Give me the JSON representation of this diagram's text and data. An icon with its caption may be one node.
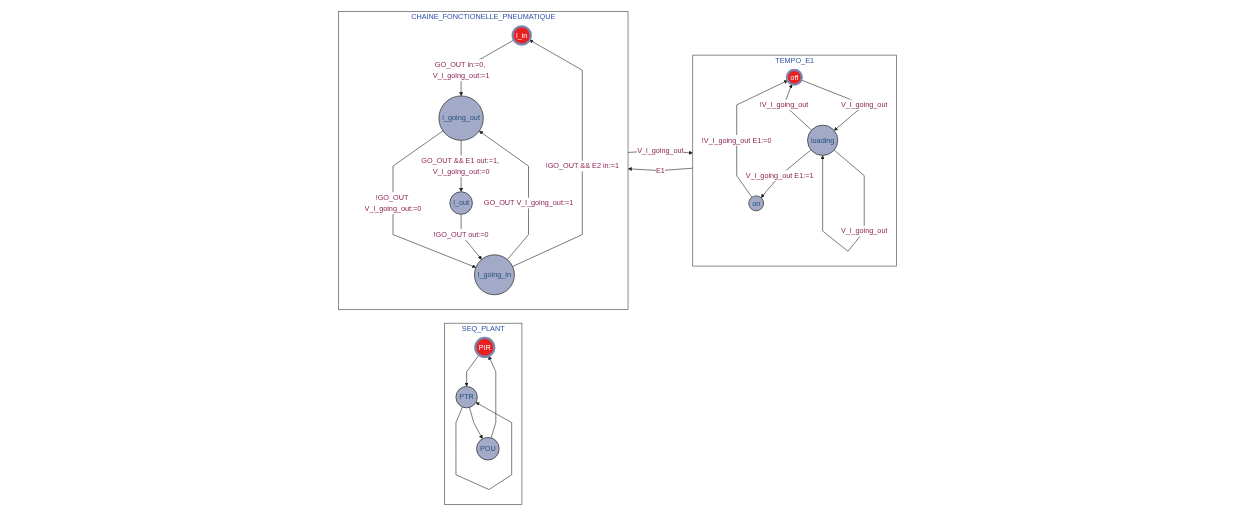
{
  "diagram": {
    "nodes": [
      {
        "text": [
          "SEQ_PLANT"
        ]
      },
      {
        "text": [
          "PIR"
        ],
        "in": 0
      },
      {
        "text": [
          "PTR"
        ],
        "in": 0
      },
      {
        "text": [
          "POU"
        ],
        "in": 0
      },
      {
        "text": [
          "TEMPO_E1"
        ]
      },
      {
        "text": [
          "off"
        ],
        "in": 4
      },
      {
        "text": [
          "on"
        ],
        "in": 4
      },
      {
        "text": [
          "loading"
        ],
        "in": 4
      },
      {
        "text": [
          "CHAINE_FONCTIONELLE_PNEUMATIQUE"
        ]
      },
      {
        "text": [
          "l_in"
        ],
        "in": 8
      },
      {
        "text": [
          "l_going_in"
        ],
        "in": 8
      },
      {
        "text": [
          "l_going_out"
        ],
        "in": 8
      },
      {
        "text": [
          "l_out"
        ],
        "in": 8
      }
    ],
    "edges": [
      {
        "from": 1,
        "to": 2,
        "arrow": "to"
      },
      {
        "from": 2,
        "to": 2,
        "arrow": "to"
      },
      {
        "from": 2,
        "to": 3,
        "arrow": "to"
      },
      {
        "from": 3,
        "to": 1,
        "arrow": "to"
      },
      {
        "from": 6,
        "to": 5,
        "arrow": "to",
        "label": "!V_l_going_out E1:=0"
      },
      {
        "from": 5,
        "to": 7,
        "arrow": "to",
        "label": "V_l_going_out"
      },
      {
        "from": 7,
        "to": 5,
        "arrow": "to",
        "label": "!V_l_going_out"
      },
      {
        "from": 7,
        "to": 7,
        "arrow": "to",
        "label": "V_l_going_out"
      },
      {
        "from": 7,
        "to": 6,
        "arrow": "to",
        "label": "V_l_going_out E1:=1"
      },
      {
        "from": 10,
        "to": 9,
        "arrow": "to",
        "label": "!GO_OUT && E2 in:=1"
      },
      {
        "from": 9,
        "to": 11,
        "arrow": "to",
        "label": "GO_OUT in:=0, V_l_going_out:=1"
      },
      {
        "from": 11,
        "to": 10,
        "arrow": "to",
        "label": "!GO_OUT V_l_going_out:=0"
      },
      {
        "from": 10,
        "to": 11,
        "arrow": "to",
        "label": "GO_OUT V_l_going_out:=1"
      },
      {
        "from": 11,
        "to": 12,
        "arrow": "to",
        "label": "GO_OUT && E1 out:=1, V_l_going_out:=0"
      },
      {
        "from": 12,
        "to": 10,
        "arrow": "to",
        "label": "!GO_OUT out:=0"
      },
      {
        "from": 8,
        "to": 4,
        "arrow": "to",
        "label": "V_l_going_out"
      },
      {
        "from": 4,
        "to": 8,
        "arrow": "to",
        "label": "E1"
      }
    ]
  }
}
